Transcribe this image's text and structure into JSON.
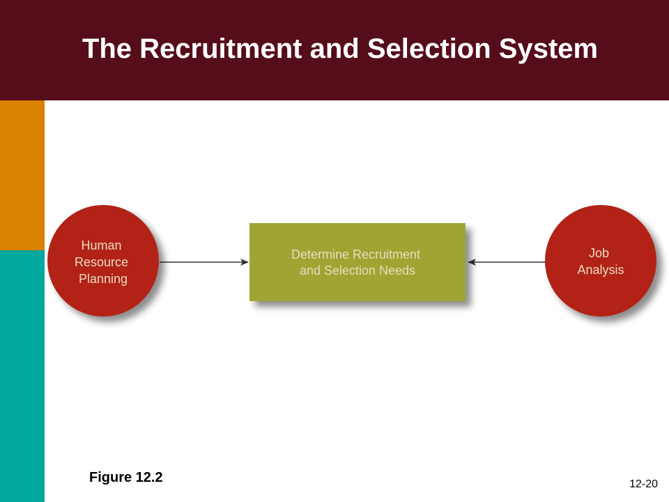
{
  "slide": {
    "title": "The Recruitment and Selection System",
    "figure_caption": "Figure 12.2",
    "slide_number": "12-20"
  },
  "colors": {
    "header": "#550d1a",
    "accent_orange": "#d98000",
    "accent_teal": "#00a89d",
    "circle_fill": "#b22018",
    "box_fill": "#9fa532",
    "node_text": "#e8dcc0",
    "arrow": "#333333"
  },
  "diagram": {
    "left_node": {
      "lines": [
        "Human",
        "Resource",
        "Planning"
      ]
    },
    "center_node": {
      "lines": [
        "Determine Recruitment",
        "and Selection Needs"
      ]
    },
    "right_node": {
      "lines": [
        "Job",
        "Analysis"
      ]
    }
  }
}
